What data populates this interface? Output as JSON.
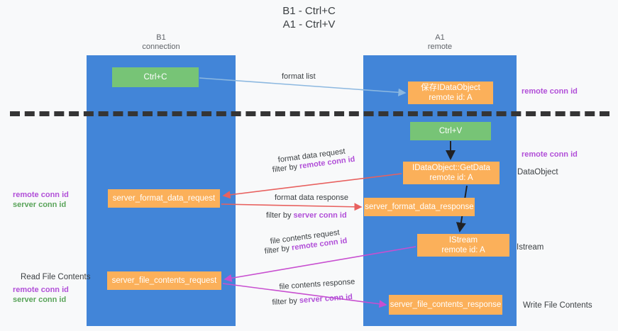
{
  "title": "B1 - Ctrl+C\nA1 - Ctrl+V",
  "columns": [
    {
      "id": "b1",
      "label": "B1\nconnection"
    },
    {
      "id": "a1",
      "label": "A1\nremote"
    }
  ],
  "nodes": {
    "ctrl_c": {
      "label": "Ctrl+C",
      "sublabel": "",
      "color": "#77c476"
    },
    "dataobject": {
      "label": "保存IDataObject",
      "sublabel": "remote id: A",
      "color": "#fbb05a"
    },
    "ctrl_v": {
      "label": "Ctrl+V",
      "sublabel": "",
      "color": "#77c476"
    },
    "getdata": {
      "label": "IDataObject::GetData",
      "sublabel": "remote id: A",
      "color": "#fbb05a"
    },
    "sf_request": {
      "label": "server_format_data_request",
      "sublabel": "",
      "color": "#fbb05a"
    },
    "sf_response": {
      "label": "server_format_data_response",
      "sublabel": "",
      "color": "#fbb05a"
    },
    "istream": {
      "label": "IStream",
      "sublabel": "remote id: A",
      "color": "#fbb05a"
    },
    "sfc_request": {
      "label": "server_file_contents_request",
      "sublabel": "",
      "color": "#fbb05a"
    },
    "sfc_response": {
      "label": "server_file_contents_response",
      "sublabel": "",
      "color": "#fbb05a"
    }
  },
  "edge_labels": {
    "format_list": "format list",
    "format_data_request": "format data request",
    "format_data_request_filter_prefix": "filter by ",
    "format_data_request_filter_key": "remote conn id",
    "format_data_response": "format data response",
    "format_data_response_filter_prefix": "filter by ",
    "format_data_response_filter_key": "server conn id",
    "file_contents_request": "file contents request",
    "file_contents_request_filter_prefix": "filter by ",
    "file_contents_request_filter_key": "remote conn id",
    "file_contents_response": "file contents response",
    "file_contents_response_filter_prefix": "filter by ",
    "file_contents_response_filter_key": "server conn id"
  },
  "annotations": {
    "remote_conn_id_top": "remote conn id",
    "remote_conn_id_mid": "remote conn id",
    "dataobject": "DataObject",
    "istream": "Istream",
    "write_file_contents": "Write File Contents",
    "read_file_contents": "Read File Contents",
    "left_mid_remote": "remote conn id",
    "left_mid_server": "server conn id",
    "left_bot_remote": "remote conn id",
    "left_bot_server": "server conn id"
  },
  "colors": {
    "lane": "#4285d8",
    "green_node": "#77c476",
    "orange_node": "#fbb05a",
    "purple_text": "#b14fd8",
    "green_text": "#5aa45a",
    "red_arrow": "#e8615f",
    "magenta_arrow": "#c84fd0",
    "blue_arrow": "#8cb8e0",
    "black_arrow": "#202124",
    "background": "#f8f9fa"
  }
}
